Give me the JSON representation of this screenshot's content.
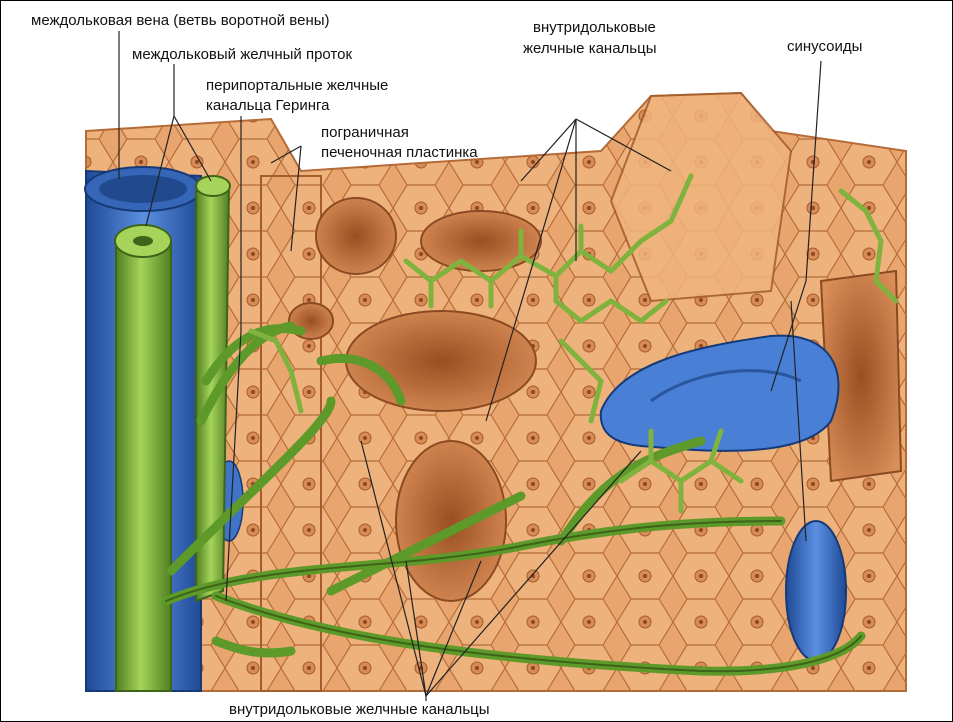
{
  "labels": {
    "interlobular_vein": "междольковая вена (ветвь воротной вены)",
    "interlobular_bile_duct": "междольковый желчный проток",
    "hering_line1": "перипортальные желчные",
    "hering_line2": "канальца Геринга",
    "limiting_plate_line1": "пограничная",
    "limiting_plate_line2": "печеночная пластинка",
    "intralobular_top_line1": "внутридольковые",
    "intralobular_top_line2": "желчные канальцы",
    "sinusoids": "синусоиды",
    "intralobular_bottom": "внутридольковые желчные канальцы"
  },
  "colors": {
    "hepatocyte": "#e6a26b",
    "hepatocyte_dark": "#c97a45",
    "hepatocyte_light": "#f2c79b",
    "bile_duct": "#7fb33e",
    "bile_duct_dark": "#4f7f22",
    "vein": "#3f74c9",
    "vein_dark": "#1f4a96",
    "line": "#222222"
  }
}
